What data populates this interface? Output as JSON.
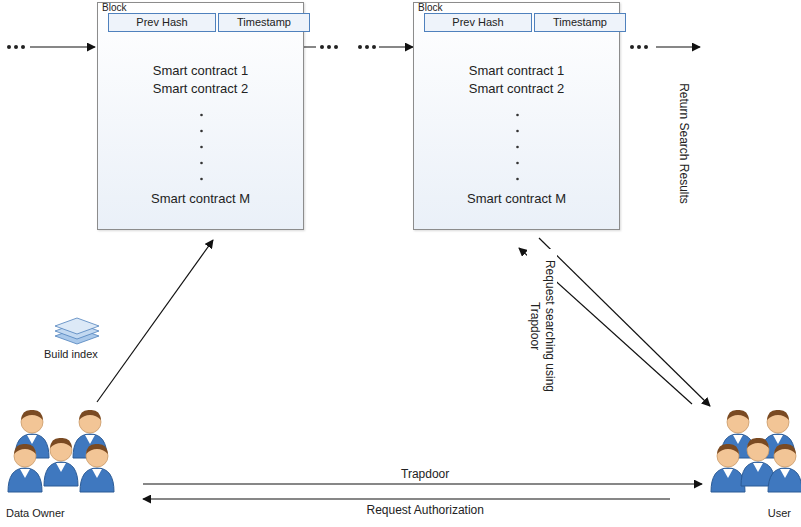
{
  "diagram": {
    "nodes": [
      {
        "text": [
          "Block",
          "Smart contract 1",
          "Smart contract 2",
          "Smart contract M"
        ]
      },
      {
        "text": [
          "Prev Hash"
        ],
        "in": 0
      },
      {
        "text": [
          "Timestamp"
        ],
        "in": 0
      },
      {
        "text": [
          "Block",
          "Smart contract 1",
          "Smart contract 2",
          "Smart contract M"
        ]
      },
      {
        "text": [
          "Prev Hash"
        ],
        "in": 3
      },
      {
        "text": [
          "Timestamp"
        ],
        "in": 3
      },
      {
        "text": [
          "Data Owner"
        ]
      },
      {
        "text": [
          "User"
        ]
      }
    ],
    "edges": [
      {
        "from": 6,
        "to": 0,
        "arrow": "to"
      },
      {
        "from": 0,
        "to": 3,
        "arrow": "to"
      },
      {
        "from": 3,
        "to": 7,
        "label": "Return Search Results",
        "arrow": "to"
      },
      {
        "from": 7,
        "to": 3,
        "label": "Request searching using Trapdoor",
        "arrow": "to"
      },
      {
        "from": 6,
        "to": 7,
        "label": "Trapdoor",
        "arrow": "to"
      },
      {
        "from": 7,
        "to": 6,
        "label": "Request Authorization",
        "arrow": "to"
      }
    ],
    "labels": [
      "Build index"
    ]
  }
}
